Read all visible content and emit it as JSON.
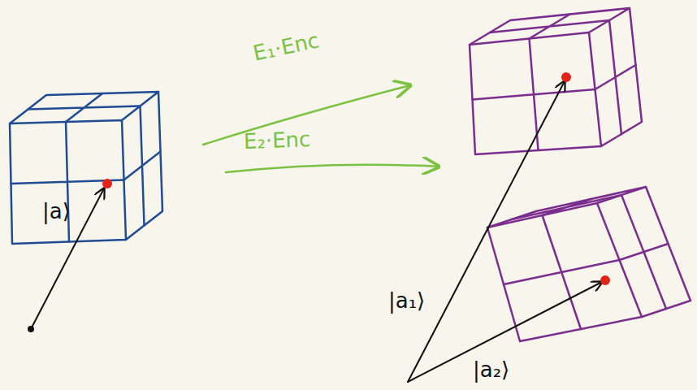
{
  "diagram": {
    "labels": [
      "E₁·Enc",
      "E₂·Enc",
      "|a⟩",
      "|a₁⟩",
      "|a₂⟩"
    ]
  }
}
